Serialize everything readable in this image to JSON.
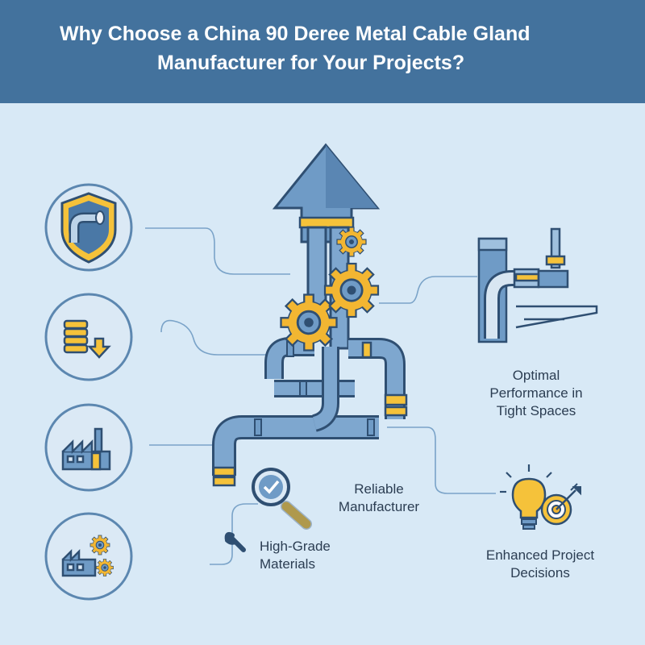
{
  "header": {
    "title_line1": "Why Choose a China 90 Deree Metal Cable Gland",
    "title_line2": "Manufacturer for Your Projects?"
  },
  "labels": {
    "optimal": [
      "Optimal",
      "Performance in",
      "Tight Spaces"
    ],
    "reliable": [
      "Reliable",
      "Manufacturer"
    ],
    "materials": [
      "High-Grade",
      "Materials"
    ],
    "enhanced": [
      "Enhanced Project",
      "Decisions"
    ]
  },
  "colors": {
    "header": "#43729d",
    "background": "#d8e9f6",
    "pipe": "#6f9bc6",
    "pipe_dark": "#2f4f72",
    "gear": "#f2b632",
    "accent_yellow": "#f5c23a"
  },
  "icons": [
    "shield-pipe-icon",
    "coins-down-icon",
    "factory-icon",
    "factory-gears-icon",
    "magnifier-check-icon",
    "wrench-icon",
    "lightbulb-icon",
    "target-icon",
    "bent-pipe-icon"
  ]
}
